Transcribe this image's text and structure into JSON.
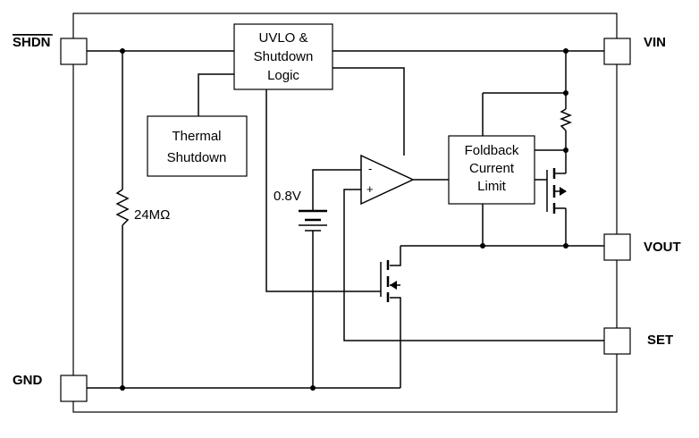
{
  "pins": {
    "shdn": "SHDN",
    "vin": "VIN",
    "vout": "VOUT",
    "set": "SET",
    "gnd": "GND"
  },
  "blocks": {
    "uvlo": [
      "UVLO &",
      "Shutdown",
      "Logic"
    ],
    "thermal": [
      "Thermal",
      "Shutdown"
    ],
    "foldback": [
      "Foldback",
      "Current",
      "Limit"
    ]
  },
  "components": {
    "resistor_value": "24MΩ",
    "reference_voltage": "0.8V",
    "opamp_minus": "-",
    "opamp_plus": "+"
  }
}
